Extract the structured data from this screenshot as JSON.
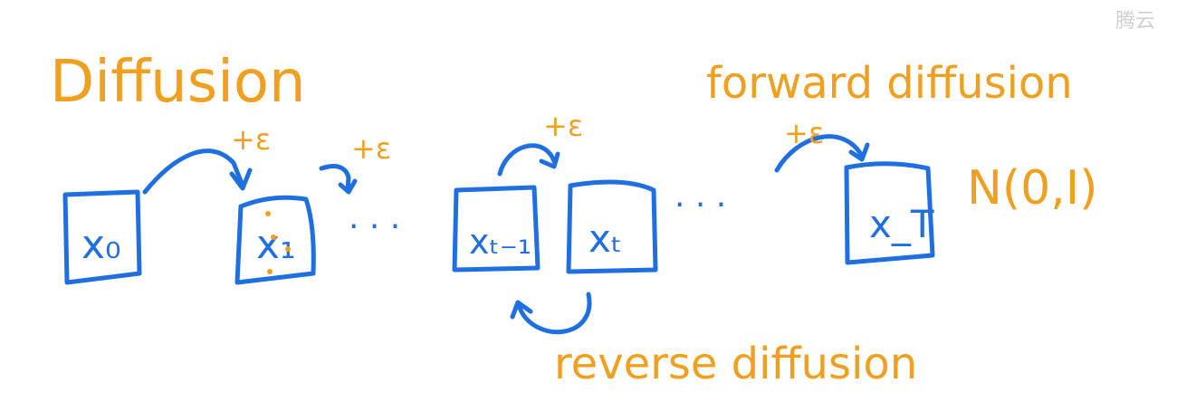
{
  "title": "Diffusion",
  "labels": {
    "forward": "forward diffusion",
    "reverse": "reverse diffusion",
    "prior": "N(0,I)",
    "noise": "+ε"
  },
  "nodes": [
    {
      "id": "x0",
      "label": "x₀"
    },
    {
      "id": "x1",
      "label": "x₁"
    },
    {
      "id": "xt-1",
      "label": "xₜ₋₁"
    },
    {
      "id": "xt",
      "label": "xₜ"
    },
    {
      "id": "xT",
      "label": "x_T"
    }
  ],
  "ellipsis": "· · ·",
  "watermark": "腾云",
  "colors": {
    "ink_blue": "#1f6fe0",
    "ink_orange": "#f0a020"
  }
}
